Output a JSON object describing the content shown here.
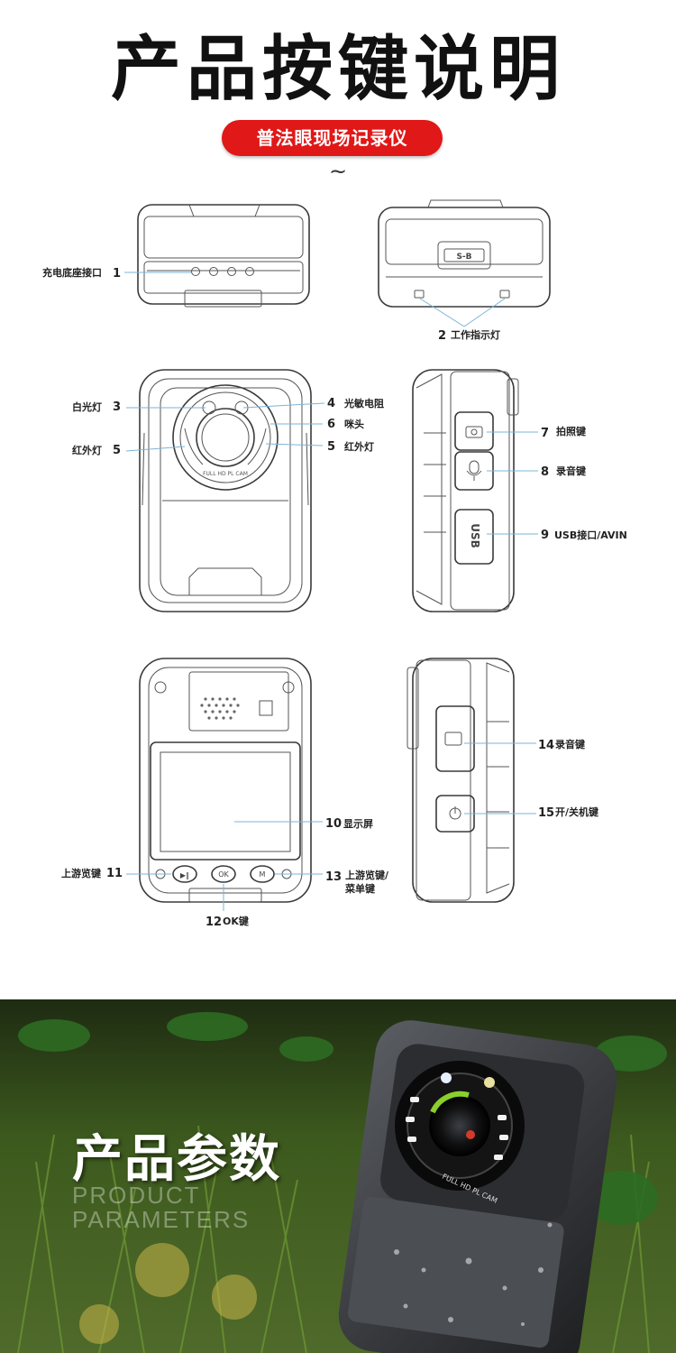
{
  "header": {
    "title": "产品按键说明",
    "subtitle": "普法眼现场记录仪",
    "ornament": "~"
  },
  "top_view": {
    "num1": "1",
    "label1": "充电底座接口",
    "num2": "2",
    "label2": "工作指示灯",
    "usb_mark": "S-B"
  },
  "front_view": {
    "num3": "3",
    "label3": "白光灯",
    "num4": "4",
    "label4": "光敏电阻",
    "num5a": "5",
    "label5a": "红外灯",
    "num5b": "5",
    "label5b": "红外灯",
    "num6": "6",
    "label6": "咪头",
    "lens_text": "FULL HD PL CAM"
  },
  "side_view_1": {
    "num7": "7",
    "label7": "拍照键",
    "num8": "8",
    "label8": "录音键",
    "num9": "9",
    "label9": "USB接口/AVIN",
    "usb_text": "USB"
  },
  "back_view": {
    "num10": "10",
    "label10": "显示屏",
    "label11": "上游览键",
    "num11": "11",
    "num12": "12",
    "label12": "OK键",
    "num13": "13",
    "label13a": "上游览键/",
    "label13b": "菜单键",
    "btn_ok": "OK",
    "btn_m": "M"
  },
  "side_view_2": {
    "num14": "14",
    "label14": "录音键",
    "num15": "15",
    "label15": "开/关机键"
  },
  "params": {
    "title": "产品参数",
    "en1": "PRODUCT",
    "en2": "PARAMETERS",
    "lens_text": "FULL HD PL CAM"
  },
  "colors": {
    "accent": "#e01818",
    "leader": "#7ab4d8",
    "grass": "#3d5a1e"
  }
}
